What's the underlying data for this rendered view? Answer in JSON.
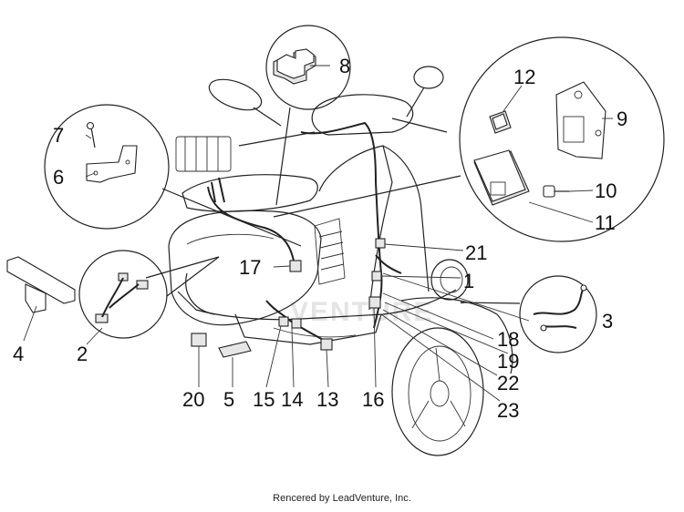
{
  "diagram": {
    "watermark": "VENTURE",
    "callouts": [
      "1",
      "2",
      "3",
      "4",
      "5",
      "6",
      "7",
      "8",
      "9",
      "10",
      "11",
      "12",
      "13",
      "14",
      "15",
      "16",
      "17",
      "18",
      "19",
      "20",
      "21",
      "22",
      "23"
    ]
  },
  "footer": {
    "credit": "Rencered by LeadVenture, Inc."
  }
}
